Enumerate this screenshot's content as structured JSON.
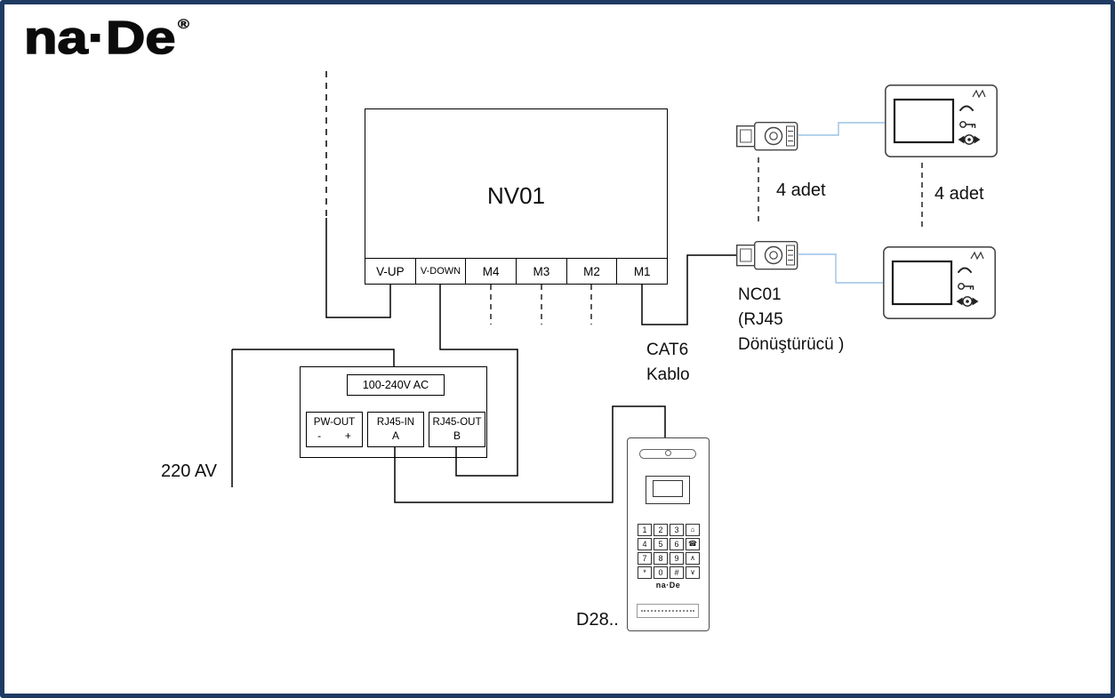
{
  "brand": {
    "logo_text": "na·De",
    "registered_mark": "®"
  },
  "nv01": {
    "label": "NV01",
    "terminals": [
      "V-UP",
      "V-DOWN",
      "M4",
      "M3",
      "M2",
      "M1"
    ]
  },
  "psu": {
    "voltage_label": "100-240V AC",
    "terminals": [
      {
        "name": "PW-OUT",
        "sub": "-        +"
      },
      {
        "name": "RJ45-IN",
        "sub": "A"
      },
      {
        "name": "RJ45-OUT",
        "sub": "B"
      }
    ]
  },
  "labels": {
    "power_input": "220 AV",
    "cat6_line1": "CAT6",
    "cat6_line2": "Kablo",
    "converter_line1": "NC01",
    "converter_line2": "(RJ45",
    "converter_line3": "Dönüştürücü )",
    "qty_converters": "4 adet",
    "qty_monitors": "4 adet",
    "door_station_model": "D28.."
  },
  "door_station": {
    "brand": "na·De",
    "keys": [
      "1",
      "2",
      "3",
      "⌂",
      "4",
      "5",
      "6",
      "☎",
      "7",
      "8",
      "9",
      "∧",
      "*",
      "0",
      "#",
      "∨"
    ],
    "key_icon_names": [
      "door-icon",
      "bell-icon",
      "up-arrow-icon",
      "down-arrow-icon"
    ]
  },
  "colors": {
    "frame": "#1f3a63",
    "wire": "#000000",
    "cat6_wire": "#9cc2e5",
    "device_outline": "#4a4a4a"
  }
}
